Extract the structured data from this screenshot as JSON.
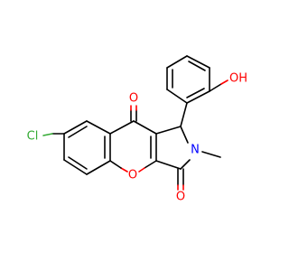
{
  "molecule": {
    "atom_labels": {
      "chlorine": "Cl",
      "ketone_oxygen_top": "O",
      "ketone_oxygen_bottom": "O",
      "ring_oxygen": "O",
      "nitrogen": "N",
      "hydroxyl": "OH"
    },
    "colors": {
      "bond": "#000000",
      "oxygen": "#ff0000",
      "nitrogen": "#0000ff",
      "chlorine": "#33aa33",
      "background": "#ffffff"
    }
  }
}
